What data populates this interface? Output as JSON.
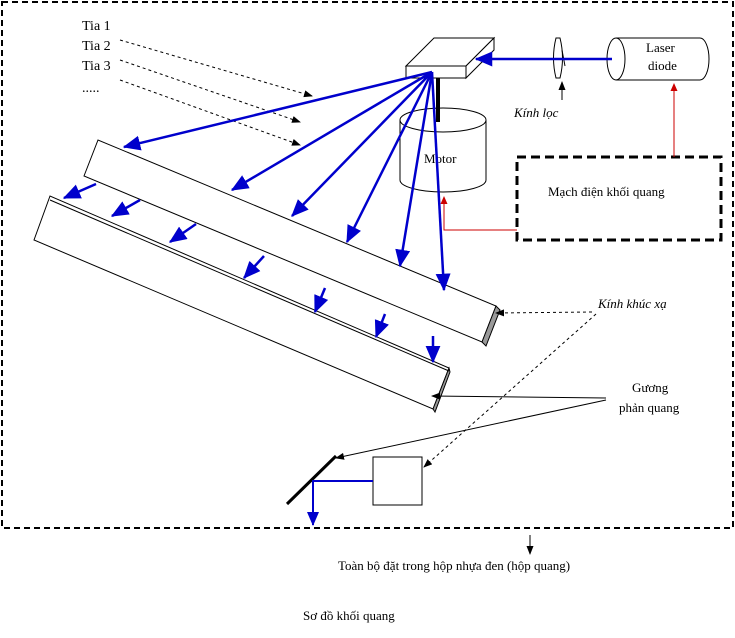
{
  "labels": {
    "tia1": "Tia 1",
    "tia2": "Tia 2",
    "tia3": "Tia 3",
    "dots": ".....",
    "laser_line1": "Laser",
    "laser_line2": "diode",
    "kinh_loc": "Kính lọc",
    "motor": "Motor",
    "mach_dien": "Mạch điện khối quang",
    "kinh_khuc_xa": "Kính khúc xạ",
    "guong_line1": "Gương",
    "guong_line2": "phản quang",
    "enclosure_note": "Toàn bộ đặt trong hộp nhựa đen (hộp quang)",
    "caption": "Sơ đồ khối quang"
  },
  "colors": {
    "beam": "#0000cc",
    "control_wire": "#cc0000",
    "outline": "#000000"
  }
}
